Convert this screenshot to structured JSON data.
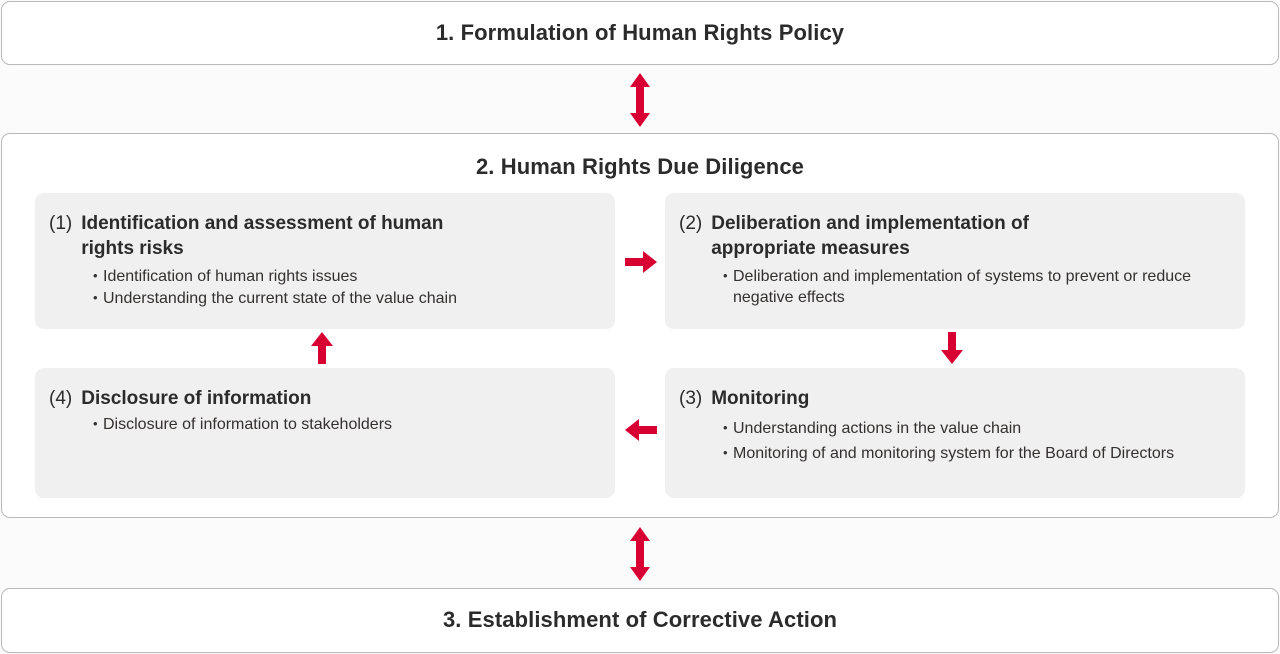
{
  "diagram": {
    "accent_color": "#D80032",
    "card_bg": "#f0f0f0",
    "box_border": "#b9b9b9",
    "page_bg": "#fbfbfb"
  },
  "stages": {
    "stage1": {
      "title": "1. Formulation of Human Rights Policy"
    },
    "stage2": {
      "title": "2. Human Rights Due Diligence"
    },
    "stage3": {
      "title": "3. Establishment of Corrective Action"
    }
  },
  "cards": [
    {
      "number": "(1)",
      "title": "Identification and assessment of human rights risks",
      "bullets": [
        "Identification of human rights issues",
        "Understanding the current state of the value chain"
      ]
    },
    {
      "number": "(2)",
      "title": "Deliberation and implementation of appropriate measures",
      "bullets": [
        "Deliberation and implementation of systems to prevent or reduce negative effects"
      ]
    },
    {
      "number": "(3)",
      "title": "Monitoring",
      "bullets": [
        "Understanding actions in the value chain",
        "Monitoring of and monitoring system for the Board of Directors"
      ]
    },
    {
      "number": "(4)",
      "title": "Disclosure of information",
      "bullets": [
        "Disclosure of information to stakeholders"
      ]
    }
  ],
  "arrows": [
    {
      "name": "stage1-to-stage2",
      "direction": "up-down"
    },
    {
      "name": "card1-to-card2",
      "direction": "right"
    },
    {
      "name": "card2-to-card3",
      "direction": "down"
    },
    {
      "name": "card3-to-card4",
      "direction": "left"
    },
    {
      "name": "card4-to-card1",
      "direction": "up"
    },
    {
      "name": "stage2-to-stage3",
      "direction": "up-down"
    }
  ]
}
